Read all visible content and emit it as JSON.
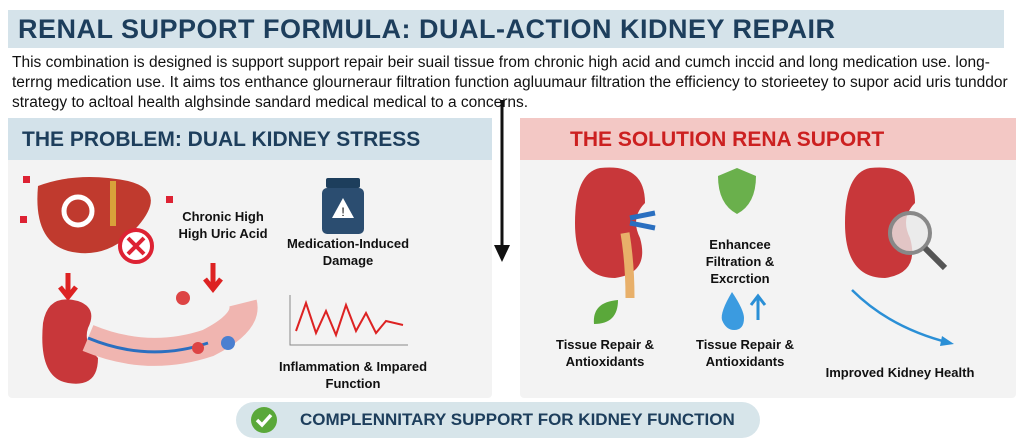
{
  "title": "RENAL SUPPORT FORMULA: DUAL-ACTION KIDNEY REPAIR",
  "intro": "This combination is designed is support support repair beir suail tissue from chronic high acid and cumch inccid and long medication use. long-terrng medication use. It aims tos enthance glourneraur filtration function agluumaur filtration the efficiency to storieetey to supor acid uris tunddor strategy to acltoal health alghsinde sandard medical medical to a concerns.",
  "problem": {
    "heading": "THE PROBLEM: DUAL KIDNEY STRESS",
    "uric": "Chronic High High Uric Acid",
    "medication": "Medication-Induced Damage",
    "inflammation": "Inflammation & Impared Function"
  },
  "solution": {
    "heading": "THE SOLUTION RENA SUPORT",
    "filtration": "Enhancee Filtration & Excrction",
    "tissue1": "Tissue Repair & Antioxidants",
    "tissue2": "Tissue Repair & Antioxidants",
    "improved": "Improved Kidney Health"
  },
  "footer": "COMPLENNITARY SUPPORT FOR KIDNEY FUNCTION",
  "colors": {
    "navy": "#1d3e5c",
    "red": "#cc2020",
    "kidney": "#c8373a",
    "green": "#5aa83a",
    "blue": "#2a8fd6"
  }
}
